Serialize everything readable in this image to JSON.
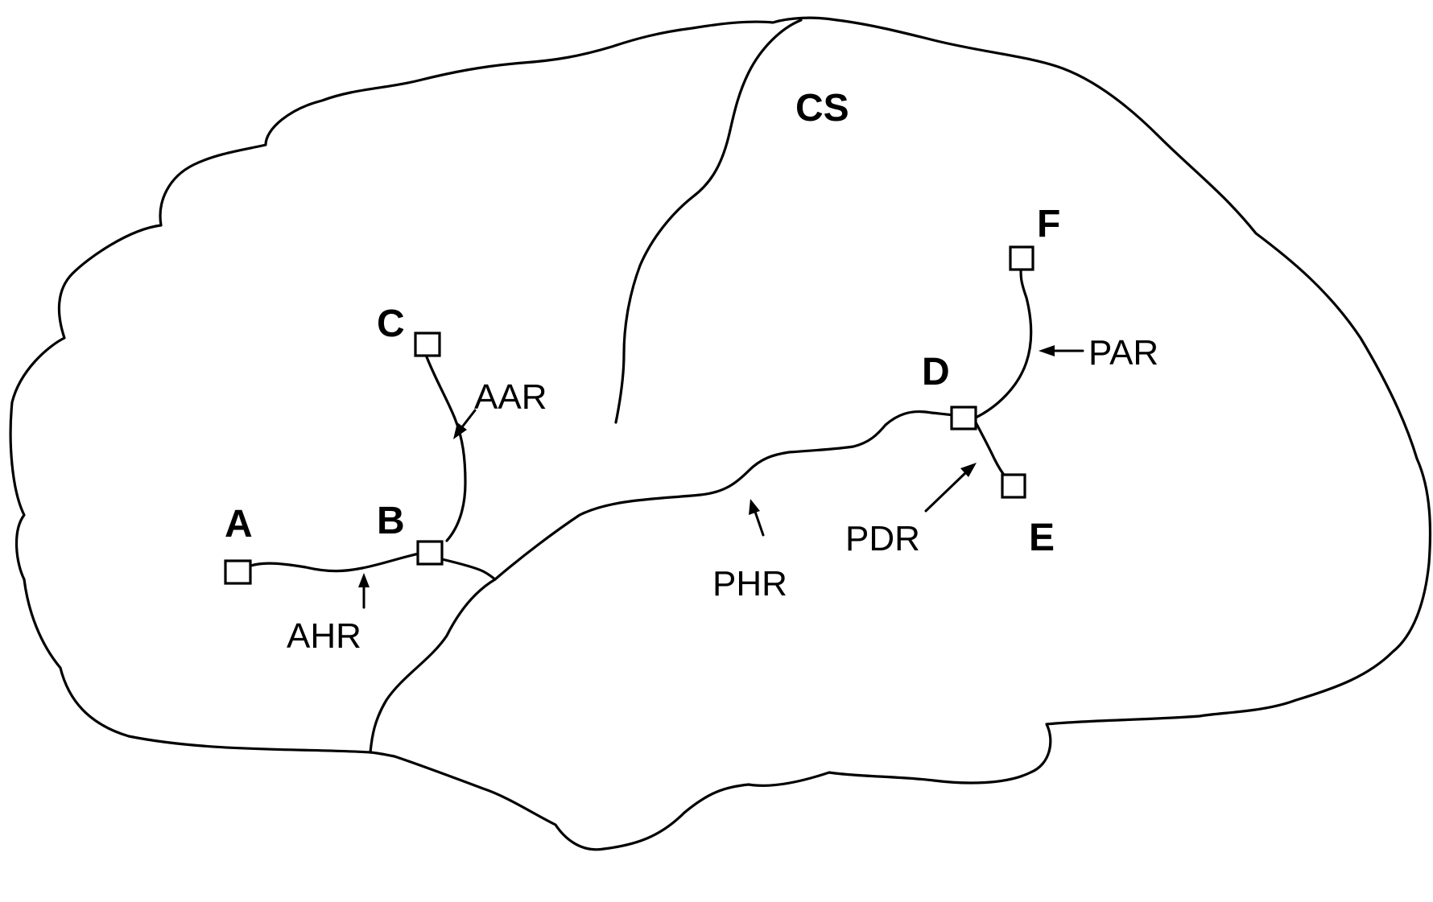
{
  "points": {
    "A": "A",
    "B": "B",
    "C": "C",
    "D": "D",
    "E": "E",
    "F": "F"
  },
  "sulcus_label": "CS",
  "rami": {
    "AAR": "AAR",
    "AHR": "AHR",
    "PHR": "PHR",
    "PDR": "PDR",
    "PAR": "PAR"
  },
  "colors": {
    "line": "#000000",
    "background": "#ffffff"
  }
}
